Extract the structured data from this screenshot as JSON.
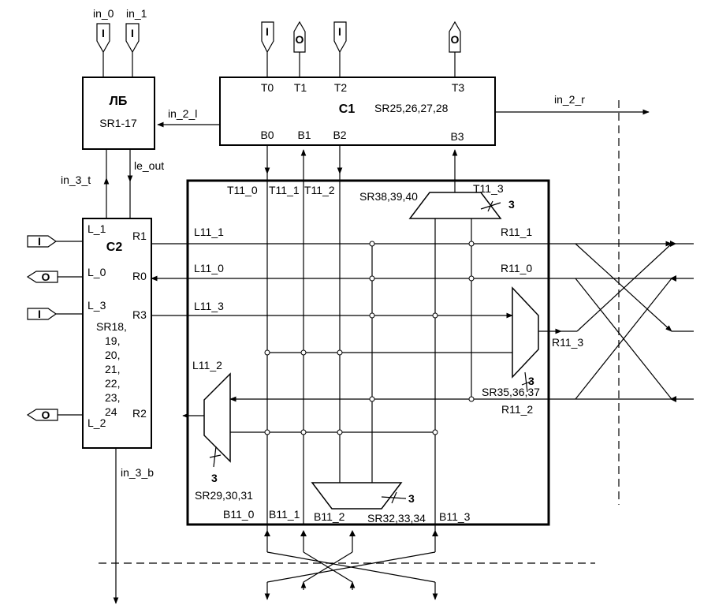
{
  "blocks": {
    "lb": {
      "title": "ЛБ",
      "sub": "SR1-17"
    },
    "c1": {
      "title": "C1",
      "sub": "SR25,26,27,28",
      "t0": "T0",
      "t1": "T1",
      "t2": "T2",
      "t3": "T3",
      "b0": "B0",
      "b1": "B1",
      "b2": "B2",
      "b3": "B3"
    },
    "c2": {
      "title": "C2",
      "l1": "L_1",
      "l0": "L_0",
      "l3": "L_3",
      "l2": "L_2",
      "r1": "R1",
      "r0": "R0",
      "r3": "R3",
      "r2": "R2",
      "sr": [
        "SR18,",
        "19,",
        "20,",
        "21,",
        "22,",
        "23,",
        "24"
      ]
    }
  },
  "signals": {
    "in_0": "in_0",
    "in_1": "in_1",
    "in_2_l": "in_2_l",
    "in_2_r": "in_2_r",
    "in_3_t": "in_3_t",
    "le_out": "le_out",
    "in_3_b": "in_3_b"
  },
  "matrix": {
    "top": [
      "T11_0",
      "T11_1",
      "T11_2",
      "T11_3"
    ],
    "bottom": [
      "B11_0",
      "B11_1",
      "B11_2",
      "B11_3"
    ],
    "left": [
      "L11_1",
      "L11_0",
      "L11_3",
      "L11_2"
    ],
    "right": [
      "R11_1",
      "R11_0",
      "R11_3",
      "R11_2"
    ]
  },
  "muxes": {
    "top": {
      "label": "SR38,39,40",
      "width": "3"
    },
    "right": {
      "label": "SR35,36,37",
      "width": "3"
    },
    "left": {
      "label": "SR29,30,31",
      "width": "3"
    },
    "bottom": {
      "label": "SR32,33,34",
      "width": "3"
    }
  },
  "pins": {
    "input": "I",
    "output": "O"
  }
}
